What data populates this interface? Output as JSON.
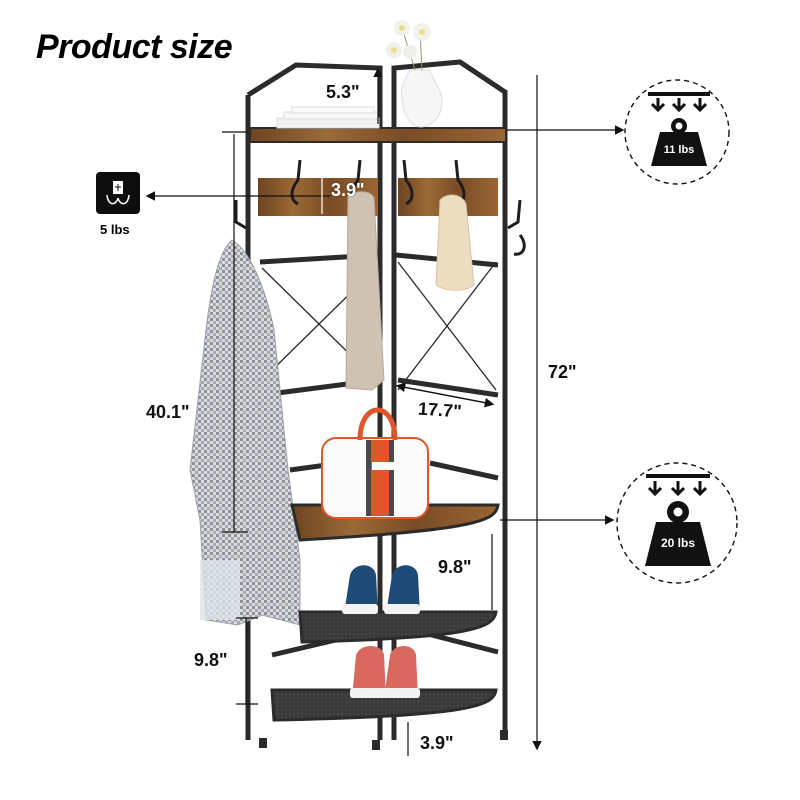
{
  "title": "Product size",
  "dimensions": {
    "top_shelf_height": "5.3\"",
    "hook_board_height": "3.9\"",
    "hang_length": "40.1\"",
    "shelf_width": "17.7\"",
    "total_height": "72\"",
    "shoe_shelf_gap": "9.8\"",
    "lower_gap": "9.8\"",
    "bottom_clearance": "3.9\""
  },
  "load_badges": {
    "hook": {
      "icon": "hook-icon",
      "label": "5 lbs"
    },
    "top_shelf": {
      "icon": "weight-icon",
      "label": "11 lbs"
    },
    "middle_shelf": {
      "icon": "weight-icon",
      "label": "20 lbs"
    }
  },
  "colors": {
    "frame": "#2b2b2b",
    "wood": "#8a5a2e",
    "wood_dark": "#5e3a1c",
    "text": "#111111",
    "bag_orange": "#e0552a"
  }
}
